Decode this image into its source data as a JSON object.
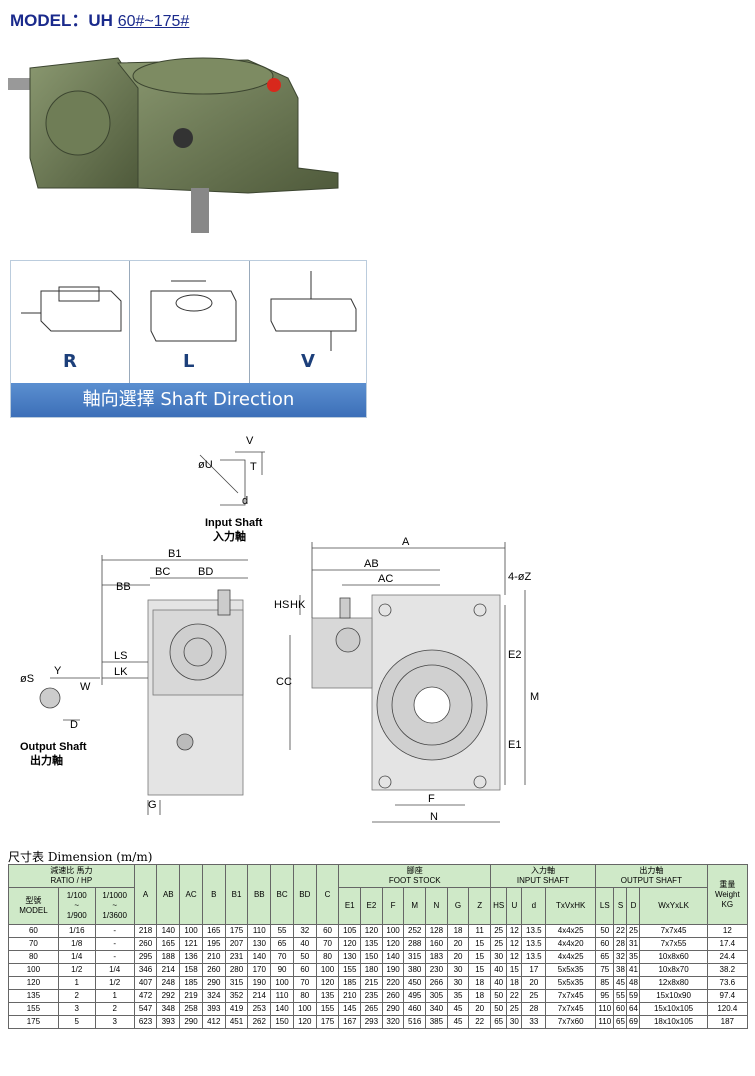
{
  "header": {
    "model_label": "MODEL：UH",
    "model_range": "60#~175#"
  },
  "shaft_direction": {
    "options": [
      "R",
      "L",
      "V"
    ],
    "caption": "軸向選擇  Shaft Direction"
  },
  "diagram": {
    "input_shaft_label_en": "Input Shaft",
    "input_shaft_label_zh": "入力軸",
    "output_shaft_label_en": "Output Shaft",
    "output_shaft_label_zh": "出力軸",
    "dims": {
      "V": "V",
      "T": "T",
      "U": "øU",
      "d": "d",
      "B1": "B1",
      "BB": "BB",
      "BC": "BC",
      "BD": "BD",
      "LS": "LS",
      "LK": "LK",
      "S": "øS",
      "Y": "Y",
      "W": "W",
      "D": "D",
      "G": "G",
      "A": "A",
      "AB": "AB",
      "AC": "AC",
      "Z": "4-øZ",
      "HS": "HS",
      "HK": "HK",
      "CC": "CC",
      "E2": "E2",
      "E1": "E1",
      "M": "M",
      "F": "F",
      "N": "N"
    }
  },
  "table": {
    "caption": "尺寸表 Dimension (m/m)",
    "headers": {
      "ratio_hp_zh": "減速比    馬力",
      "ratio_hp_en": "RATIO    /    HP",
      "model_zh": "型號",
      "model_en": "MODEL",
      "ratio_a": [
        "1/100",
        "~",
        "1/900"
      ],
      "ratio_b": [
        "1/1000",
        "~",
        "1/3600"
      ],
      "foot_zh": "腳座",
      "foot_en": "FOOT STOCK",
      "input_zh": "入力軸",
      "input_en": "INPUT SHAFT",
      "output_zh": "出力軸",
      "output_en": "OUTPUT SHAFT",
      "weight_zh": "重量",
      "weight_en": "Weight",
      "weight_unit": "KG",
      "cols_main": [
        "A",
        "AB",
        "AC",
        "B",
        "B1",
        "BB",
        "BC",
        "BD",
        "C"
      ],
      "cols_foot": [
        "E1",
        "E2",
        "F",
        "M",
        "N",
        "G",
        "Z"
      ],
      "cols_input": [
        "HS",
        "U",
        "d",
        "TxVxHK"
      ],
      "cols_output": [
        "LS",
        "S",
        "D",
        "WxYxLK"
      ]
    },
    "rows": [
      [
        "60",
        "1/16",
        "-",
        "218",
        "140",
        "100",
        "165",
        "175",
        "110",
        "55",
        "32",
        "60",
        "105",
        "120",
        "100",
        "252",
        "128",
        "18",
        "11",
        "25",
        "12",
        "13.5",
        "4x4x25",
        "50",
        "22",
        "25",
        "7x7x45",
        "12"
      ],
      [
        "70",
        "1/8",
        "-",
        "260",
        "165",
        "121",
        "195",
        "207",
        "130",
        "65",
        "40",
        "70",
        "120",
        "135",
        "120",
        "288",
        "160",
        "20",
        "15",
        "25",
        "12",
        "13.5",
        "4x4x20",
        "60",
        "28",
        "31",
        "7x7x55",
        "17.4"
      ],
      [
        "80",
        "1/4",
        "-",
        "295",
        "188",
        "136",
        "210",
        "231",
        "140",
        "70",
        "50",
        "80",
        "130",
        "150",
        "140",
        "315",
        "183",
        "20",
        "15",
        "30",
        "12",
        "13.5",
        "4x4x25",
        "65",
        "32",
        "35",
        "10x8x60",
        "24.4"
      ],
      [
        "100",
        "1/2",
        "1/4",
        "346",
        "214",
        "158",
        "260",
        "280",
        "170",
        "90",
        "60",
        "100",
        "155",
        "180",
        "190",
        "380",
        "230",
        "30",
        "15",
        "40",
        "15",
        "17",
        "5x5x35",
        "75",
        "38",
        "41",
        "10x8x70",
        "38.2"
      ],
      [
        "120",
        "1",
        "1/2",
        "407",
        "248",
        "185",
        "290",
        "315",
        "190",
        "100",
        "70",
        "120",
        "185",
        "215",
        "220",
        "450",
        "266",
        "30",
        "18",
        "40",
        "18",
        "20",
        "5x5x35",
        "85",
        "45",
        "48",
        "12x8x80",
        "73.6"
      ],
      [
        "135",
        "2",
        "1",
        "472",
        "292",
        "219",
        "324",
        "352",
        "214",
        "110",
        "80",
        "135",
        "210",
        "235",
        "260",
        "495",
        "305",
        "35",
        "18",
        "50",
        "22",
        "25",
        "7x7x45",
        "95",
        "55",
        "59",
        "15x10x90",
        "97.4"
      ],
      [
        "155",
        "3",
        "2",
        "547",
        "348",
        "258",
        "393",
        "419",
        "253",
        "140",
        "100",
        "155",
        "145",
        "265",
        "290",
        "460",
        "340",
        "45",
        "20",
        "50",
        "25",
        "28",
        "7x7x45",
        "110",
        "60",
        "64",
        "15x10x105",
        "120.4"
      ],
      [
        "175",
        "5",
        "3",
        "623",
        "393",
        "290",
        "412",
        "451",
        "262",
        "150",
        "120",
        "175",
        "167",
        "293",
        "320",
        "516",
        "385",
        "45",
        "22",
        "65",
        "30",
        "33",
        "7x7x60",
        "110",
        "65",
        "69",
        "18x10x105",
        "187"
      ]
    ]
  },
  "colors": {
    "header_bg": "#cfe9c8",
    "title_blue": "#1a2a8c",
    "band_blue": "#4a7fc4",
    "gear_green": "#6b7a52"
  }
}
